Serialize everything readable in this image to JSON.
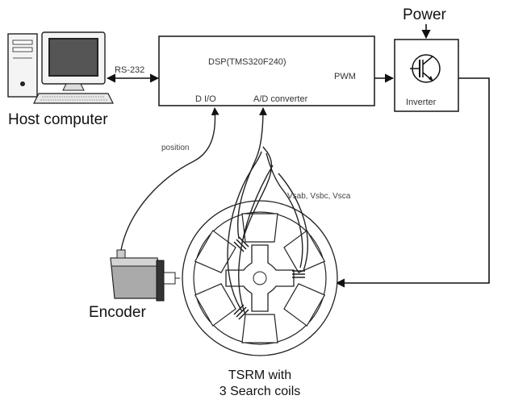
{
  "host": {
    "label": "Host computer",
    "link_label": "RS-232"
  },
  "dsp": {
    "title": "DSP(TMS320F240)",
    "pwm_label": "PWM",
    "dio_label": "D I/O",
    "adc_label": "A/D converter"
  },
  "power": {
    "label": "Power"
  },
  "inverter": {
    "label": "Inverter"
  },
  "signals": {
    "position": "position",
    "coil_voltages": "Vsab, Vsbc, Vsca"
  },
  "encoder": {
    "label": "Encoder"
  },
  "motor": {
    "caption_line1": "TSRM with",
    "caption_line2": "3 Search coils"
  }
}
